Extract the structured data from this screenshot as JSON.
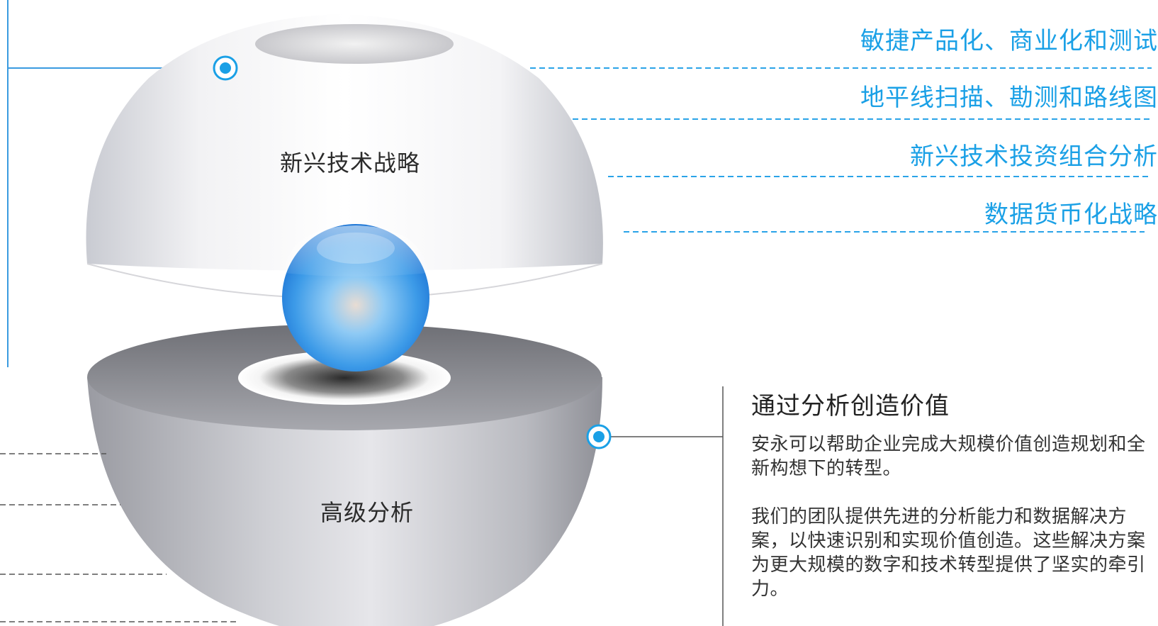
{
  "labels": {
    "top_hemisphere": "新兴技术战略",
    "bottom_hemisphere": "高级分析"
  },
  "services": [
    "敏捷产品化、商业化和测试",
    "地平线扫描、勘测和路线图",
    "新兴技术投资组合分析",
    "数据货币化战略"
  ],
  "info": {
    "title": "通过分析创造价值",
    "paragraphs": [
      "安永可以帮助企业完成大规模价值创造规划和全新构想下的转型。",
      "我们的团队提供先进的分析能力和数据解决方案，以快速识别和实现价值创造。这些解决方案为更大规模的数字和技术转型提供了坚实的牵引力。"
    ]
  },
  "colors": {
    "accent": "#1aa0e6",
    "connector": "#3a9be0",
    "dashed_line": "#2aa3e8",
    "dark_dashed_line": "#555555",
    "text_dark": "#2b2b2b"
  }
}
